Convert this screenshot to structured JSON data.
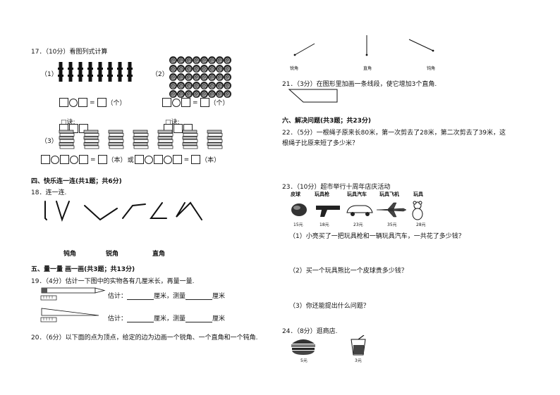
{
  "left": {
    "q17": {
      "title": "17．（10分）看图列式计算",
      "p1": "（1）",
      "p2": "（2）",
      "p3": "（3）",
      "unit_ge": "（个）",
      "eq_sign": "=",
      "koujue": "□诀:",
      "unit_ben": "（本）",
      "or_word": "或",
      "icon_mark": "@"
    },
    "sec4": {
      "title": "四、快乐连一连(共1题；共6分)",
      "q18": "18．连一连.",
      "labels": [
        "钝角",
        "锐角",
        "直角"
      ]
    },
    "sec5": {
      "title": "五、量一量 画一画(共3题；共13分)",
      "q19": "19．（4分）估计一下图中的实物各有几厘米长，再量一量.",
      "estimate1": "估计：",
      "cm": "厘米",
      "measure": "，测量",
      "estimate2": "估计：",
      "q20": "20．（6分）以下面的点为顶点，给定的边为边画一个锐角、一个直角和一个钝角."
    }
  },
  "right": {
    "angles": [
      "锐角",
      "直角",
      "钝角"
    ],
    "q21": "21．（3分）在图形里加画一条线段，使它增加3个直角.",
    "sec6": "六、解决问题(共3题；共23分)",
    "q22_line1": "22．（5分）一根绳子原来长80米，第一次剪去了28米，第二次剪去了39米，这",
    "q22_line2": "根绳子比原来短了多少米？",
    "q23": {
      "title": "23．（10分）超市举行十周年店庆活动",
      "toys": [
        "皮球",
        "玩具枪",
        "玩具汽车",
        "玩具飞机",
        "玩具"
      ],
      "prices": [
        "15元",
        "18元",
        "23元",
        "35元",
        "28元"
      ],
      "s1": "（1）小亮买了一把玩具枪和一辆玩具汽车，一共花了多少钱？",
      "s2": "（2）买一个玩具熊比一个皮球贵多少钱？",
      "s3": "（3）你还能提出什么问题？"
    },
    "q24": {
      "title": "24．（8分）逛商店.",
      "prices": [
        "5元",
        "3元"
      ]
    }
  }
}
